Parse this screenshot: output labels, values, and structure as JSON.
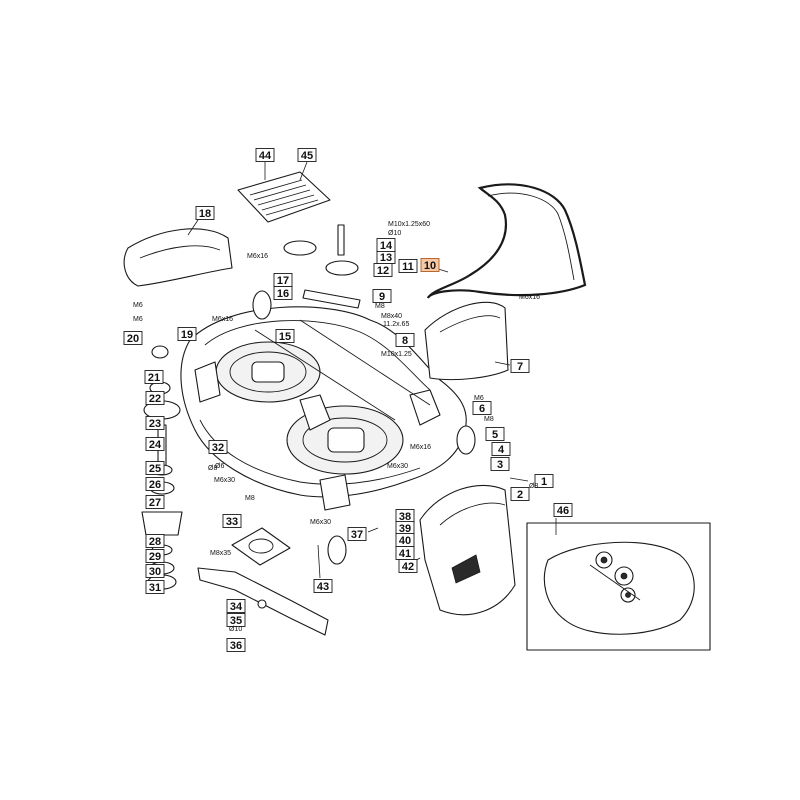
{
  "callouts": [
    {
      "id": "c1",
      "label": "1"
    },
    {
      "id": "c2",
      "label": "2"
    },
    {
      "id": "c3",
      "label": "3"
    },
    {
      "id": "c4",
      "label": "4"
    },
    {
      "id": "c5",
      "label": "5"
    },
    {
      "id": "c6",
      "label": "6"
    },
    {
      "id": "c7",
      "label": "7"
    },
    {
      "id": "c8",
      "label": "8"
    },
    {
      "id": "c9",
      "label": "9"
    },
    {
      "id": "c10",
      "label": "10",
      "highlight": true
    },
    {
      "id": "c11",
      "label": "11"
    },
    {
      "id": "c12",
      "label": "12"
    },
    {
      "id": "c13",
      "label": "13"
    },
    {
      "id": "c14",
      "label": "14"
    },
    {
      "id": "c15",
      "label": "15"
    },
    {
      "id": "c16",
      "label": "16"
    },
    {
      "id": "c17",
      "label": "17"
    },
    {
      "id": "c18",
      "label": "18"
    },
    {
      "id": "c19",
      "label": "19"
    },
    {
      "id": "c20",
      "label": "20"
    },
    {
      "id": "c21",
      "label": "21"
    },
    {
      "id": "c22",
      "label": "22"
    },
    {
      "id": "c23",
      "label": "23"
    },
    {
      "id": "c24",
      "label": "24"
    },
    {
      "id": "c25",
      "label": "25"
    },
    {
      "id": "c26",
      "label": "26"
    },
    {
      "id": "c27",
      "label": "27"
    },
    {
      "id": "c28",
      "label": "28"
    },
    {
      "id": "c29",
      "label": "29"
    },
    {
      "id": "c30",
      "label": "30"
    },
    {
      "id": "c31",
      "label": "31"
    },
    {
      "id": "c32",
      "label": "32"
    },
    {
      "id": "c33",
      "label": "33"
    },
    {
      "id": "c34",
      "label": "34"
    },
    {
      "id": "c35",
      "label": "35"
    },
    {
      "id": "c36",
      "label": "36"
    },
    {
      "id": "c37",
      "label": "37"
    },
    {
      "id": "c38",
      "label": "38"
    },
    {
      "id": "c39",
      "label": "39"
    },
    {
      "id": "c40",
      "label": "40"
    },
    {
      "id": "c41",
      "label": "41"
    },
    {
      "id": "c42",
      "label": "42"
    },
    {
      "id": "c43",
      "label": "43"
    },
    {
      "id": "c44",
      "label": "44"
    },
    {
      "id": "c45",
      "label": "45"
    },
    {
      "id": "c46",
      "label": "46"
    }
  ],
  "specs": [
    {
      "id": "s1",
      "text": "M10x1.25x60"
    },
    {
      "id": "s2",
      "text": "Ø10"
    },
    {
      "id": "s3",
      "text": "M6x16"
    },
    {
      "id": "s4",
      "text": "M6x16"
    },
    {
      "id": "s5",
      "text": "M6"
    },
    {
      "id": "s6",
      "text": "M6"
    },
    {
      "id": "s7",
      "text": "M6x16"
    },
    {
      "id": "s8",
      "text": "Ø6"
    },
    {
      "id": "s9",
      "text": "M8"
    },
    {
      "id": "s10",
      "text": "M8x40"
    },
    {
      "id": "s11",
      "text": "11.2x.65"
    },
    {
      "id": "s12",
      "text": "M10x1.25"
    },
    {
      "id": "s13",
      "text": "M6"
    },
    {
      "id": "s14",
      "text": "M8"
    },
    {
      "id": "s15",
      "text": "M6x16"
    },
    {
      "id": "s16",
      "text": "M6x30"
    },
    {
      "id": "s17",
      "text": "Ø8"
    },
    {
      "id": "s18",
      "text": "Ø8"
    },
    {
      "id": "s19",
      "text": "M6x30"
    },
    {
      "id": "s20",
      "text": "M8"
    },
    {
      "id": "s21",
      "text": "M6x30"
    },
    {
      "id": "s22",
      "text": "M8x35"
    },
    {
      "id": "s23",
      "text": "Ø10"
    }
  ]
}
